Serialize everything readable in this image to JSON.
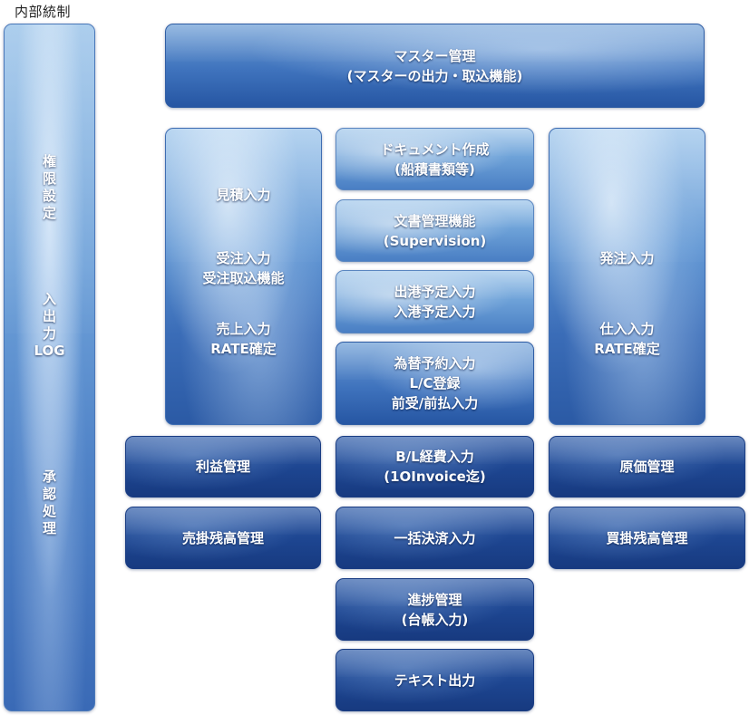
{
  "corner_label": "内部統制",
  "left_column": {
    "permission": [
      "権",
      "限",
      "設",
      "定"
    ],
    "io_log_chars": [
      "入",
      "出",
      "力"
    ],
    "io_log_latin": "LOG",
    "approval": [
      "承",
      "認",
      "処",
      "理"
    ]
  },
  "master": {
    "line1": "マスター管理",
    "line2": "(マスターの出力・取込機能)"
  },
  "sales_panel": {
    "estimate": "見積入力",
    "order_line1": "受注入力",
    "order_line2": "受注取込機能",
    "sales_line1": "売上入力",
    "sales_line2": "RATE確定"
  },
  "purchase_panel": {
    "order": "発注入力",
    "stock_line1": "仕入入力",
    "stock_line2": "RATE確定"
  },
  "center": {
    "document": {
      "line1": "ドキュメント作成",
      "line2": "(船積書類等)"
    },
    "doc_mgmt": {
      "line1": "文書管理機能",
      "line2": "(Supervision)"
    },
    "port": {
      "line1": "出港予定入力",
      "line2": "入港予定入力"
    },
    "exchange": {
      "line1": "為替予約入力",
      "line2": "L/C登録",
      "line3": "前受/前払入力"
    },
    "bl": {
      "line1": "B/L経費入力",
      "line2": "(1OInvoice迄)"
    },
    "settlement": "一括決済入力",
    "progress": {
      "line1": "進捗管理",
      "line2": "(台帳入力)"
    },
    "text_output": "テキスト出力"
  },
  "profit": "利益管理",
  "cost": "原価管理",
  "receivable": "売掛残高管理",
  "payable": "買掛残高管理"
}
